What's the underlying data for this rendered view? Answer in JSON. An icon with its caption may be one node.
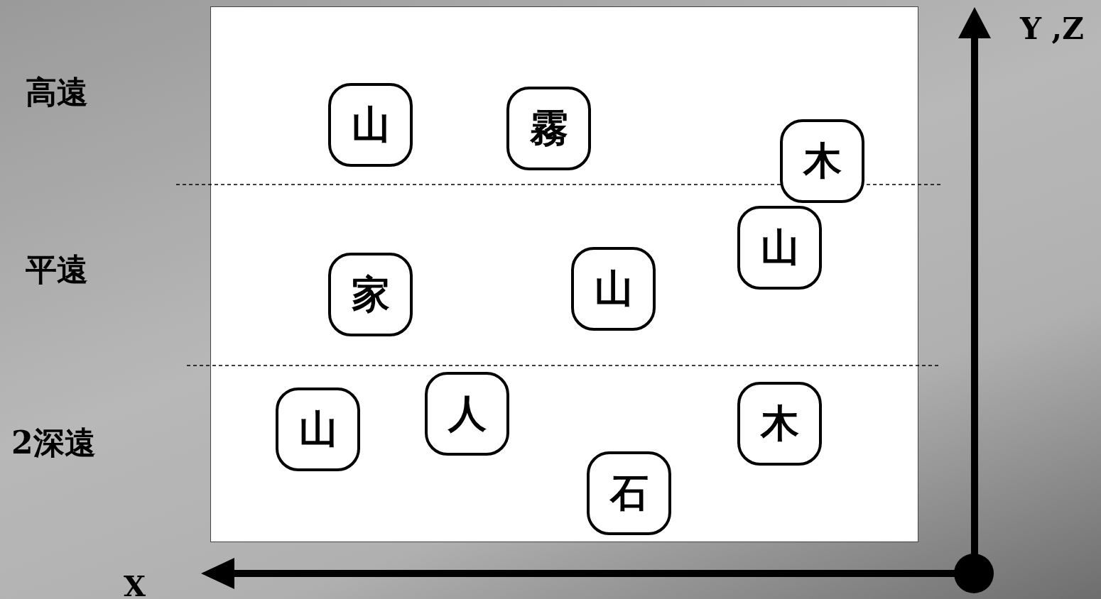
{
  "diagram": {
    "nodes": [
      {
        "text": [
          "山"
        ]
      },
      {
        "text": [
          "霧"
        ]
      },
      {
        "text": [
          "木"
        ]
      },
      {
        "text": [
          "山"
        ]
      },
      {
        "text": [
          "山"
        ]
      },
      {
        "text": [
          "家"
        ]
      },
      {
        "text": [
          "人"
        ]
      },
      {
        "text": [
          "木"
        ]
      },
      {
        "text": [
          "山"
        ]
      },
      {
        "text": [
          "石"
        ]
      }
    ],
    "edges": [],
    "labels": [
      "Y ,Z",
      "高遠",
      "平遠",
      "2深遠",
      "X"
    ]
  }
}
